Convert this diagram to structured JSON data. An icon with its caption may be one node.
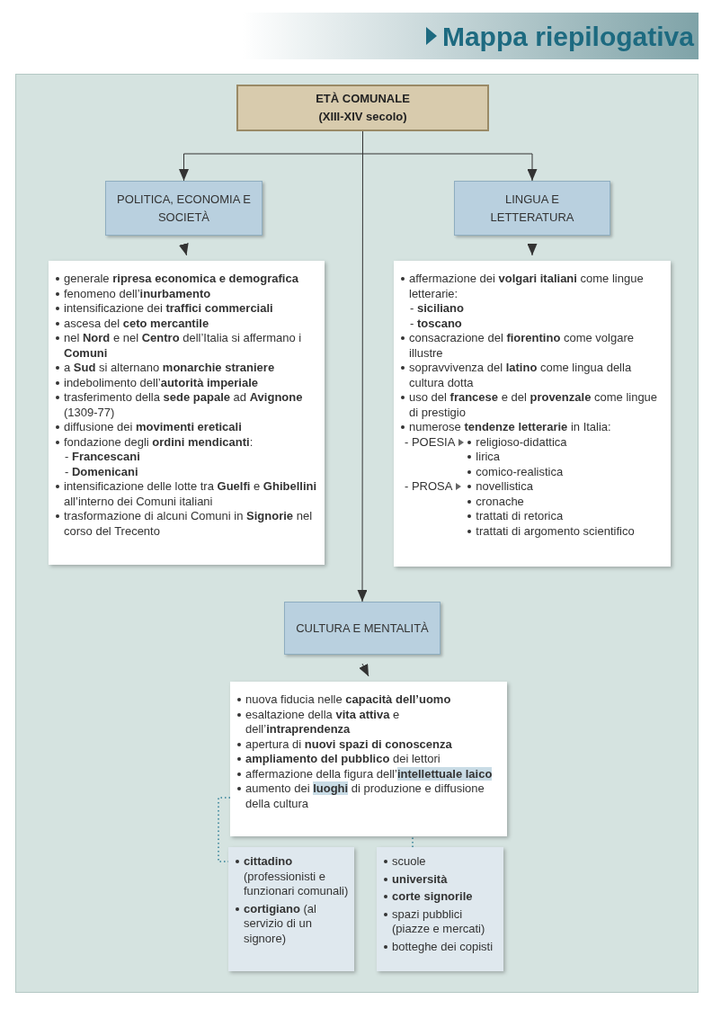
{
  "diagram": {
    "title": "Mappa riepilogativa",
    "nodes": [
      {
        "text": [
          "ETÀ COMUNALE",
          "(XIII-XIV secolo)"
        ]
      },
      {
        "text": [
          "POLITICA, ECONOMIA E SOCIETÀ"
        ]
      },
      {
        "text": [
          "LINGUA E LETTERATURA"
        ]
      },
      {
        "text": [
          "generale **ripresa economica e demografica**",
          "fenomeno dell’**inurbamento**",
          "intensificazione dei **traffici commerciali**",
          "ascesa del **ceto mercantile**",
          "nel **Nord** e nel **Centro** dell’Italia si affermano i **Comuni**",
          "a **Sud** si alternano **monarchie straniere**",
          "indebolimento dell’**autorità imperiale**",
          "trasferimento della **sede papale** ad **Avignone** (1309-77)",
          "diffusione dei **movimenti ereticali**",
          "fondazione degli **ordini mendicanti**:",
          "- **Francescani**",
          "- **Domenicani**",
          "intensificazione delle lotte tra **Guelfi** e **Ghibellini** all’interno dei Comuni italiani",
          "trasformazione di alcuni Comuni in **Signorie** nel corso del Trecento"
        ]
      },
      {
        "text": [
          "affermazione dei **volgari italiani** come lingue letterarie:",
          "- **siciliano**",
          "- **toscano**",
          "consacrazione del **fiorentino** come volgare illustre",
          "sopravvivenza del **latino** come lingua della cultura dotta",
          "uso del **francese** e del **provenzale** come lingue di prestigio",
          "numerose **tendenze letterarie** in Italia:",
          "- POESIA",
          "religioso-didattica",
          "lirica",
          "comico-realistica",
          "- PROSA",
          "novellistica",
          "cronache",
          "trattati di retorica",
          "trattati di argomento scientifico"
        ]
      },
      {
        "text": [
          "CULTURA E MENTALITÀ"
        ]
      },
      {
        "text": [
          "nuova fiducia nelle **capacità dell’uomo**",
          "esaltazione della **vita attiva** e dell’**intraprendenza**",
          "apertura di **nuovi spazi di conoscenza**",
          "**ampliamento del pubblico** dei lettori",
          "affermazione della figura dell’**intellettuale laico**",
          "aumento dei **luoghi** di produzione e diffusione della cultura"
        ]
      },
      {
        "text": [
          "**cittadino** (professionisti e funzionari comunali)",
          "**cortigiano** (al servizio di un signore)"
        ]
      },
      {
        "text": [
          "scuole",
          "università",
          "corte signorile",
          "spazi pubblici (piazze e mercati)",
          "botteghe dei copisti"
        ]
      }
    ],
    "edges": [
      {
        "from": 0,
        "to": 1,
        "arrow": "to"
      },
      {
        "from": 0,
        "to": 2,
        "arrow": "to"
      },
      {
        "from": 0,
        "to": 5,
        "arrow": "to"
      },
      {
        "from": 1,
        "to": 3,
        "arrow": "to"
      },
      {
        "from": 2,
        "to": 4,
        "arrow": "to"
      },
      {
        "from": 5,
        "to": 6,
        "arrow": "to"
      },
      {
        "from": 6,
        "to": 7,
        "arrow": "none",
        "style": "dashed",
        "color": "#2f7f95"
      },
      {
        "from": 6,
        "to": 8,
        "arrow": "none",
        "style": "dashed",
        "color": "#2f7f95"
      }
    ]
  }
}
